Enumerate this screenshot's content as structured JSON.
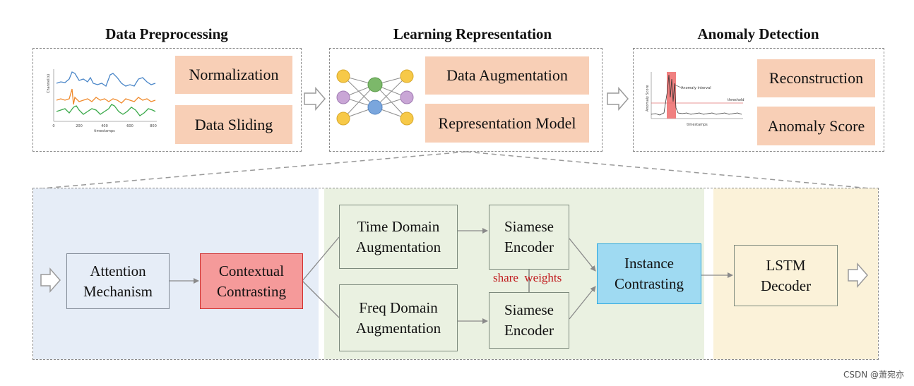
{
  "stages": [
    {
      "title": "Data Preprocessing",
      "steps": [
        "Normalization",
        "Data Sliding"
      ]
    },
    {
      "title": "Learning Representation",
      "steps": [
        "Data Augmentation",
        "Representation Model"
      ]
    },
    {
      "title": "Anomaly Detection",
      "steps": [
        "Reconstruction",
        "Anomaly Score"
      ]
    }
  ],
  "mini_plot_1": {
    "ylabel": "Channel(s)",
    "xlabel": "timestamps",
    "ticks": [
      "0",
      "200",
      "400",
      "600",
      "800"
    ],
    "series_colors": [
      "#4a86c8",
      "#f08a2c",
      "#3aa94a"
    ]
  },
  "mini_plot_3": {
    "ylabel": "Anomaly Score",
    "xlabel": "timestamps",
    "interval_label": "Anomaly interval",
    "threshold_label": "threshold",
    "interval_color": "#f08080"
  },
  "network_node_colors": [
    "#f7c948",
    "#c9a6d6",
    "#7cb86a",
    "#7aa6dd"
  ],
  "detail": {
    "attention": "Attention\nMechanism",
    "contextual": "Contextual\nContrasting",
    "time_aug": "Time Domain\nAugmentation",
    "freq_aug": "Freq Domain\nAugmentation",
    "siamese_top": "Siamese\nEncoder",
    "siamese_bottom": "Siamese\nEncoder",
    "share_weights": "share  weights",
    "instance": "Instance\nContrasting",
    "lstm": "LSTM\nDecoder"
  },
  "colors": {
    "region_blue": "#e6edf7",
    "region_green": "#eaf1e1",
    "region_yellow": "#fbf2d9",
    "contextual_fill": "#f59a9a",
    "contextual_border": "#d12f2f",
    "instance_fill": "#9fdaf2",
    "instance_border": "#2aa7de",
    "share_weights_text": "#c0191c"
  },
  "watermark": "CSDN @萧宛亦"
}
